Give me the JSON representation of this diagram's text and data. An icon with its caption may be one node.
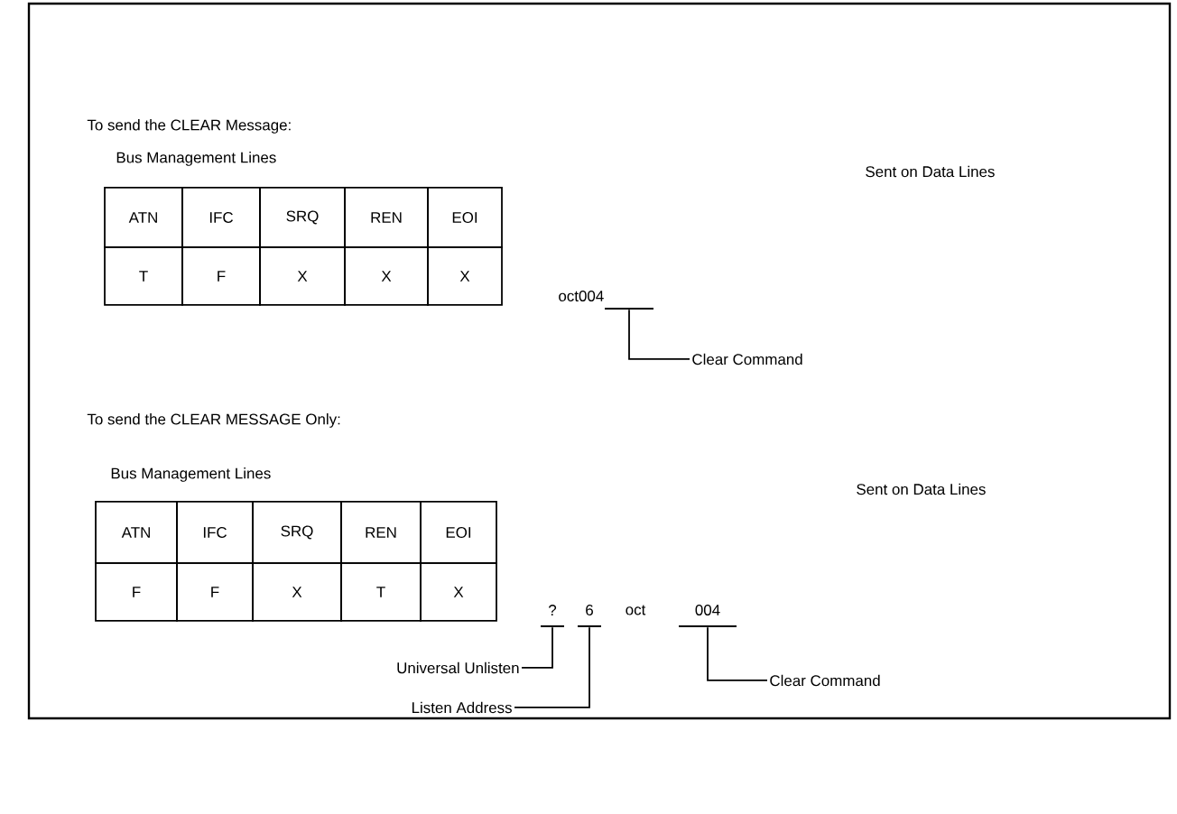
{
  "diagram": {
    "nodes": [
      {
        "text": [
          "Clear Command"
        ]
      },
      {
        "text": [],
        "shape": "bar"
      },
      {
        "text": [
          "Universal Unlisten"
        ]
      },
      {
        "text": [],
        "shape": "bar"
      },
      {
        "text": [
          "Listen Address"
        ]
      },
      {
        "text": [],
        "shape": "bar"
      },
      {
        "text": [
          "Clear Command"
        ]
      },
      {
        "text": [],
        "shape": "bar"
      }
    ],
    "edges": [
      {
        "from": 0,
        "to": 1,
        "arrow": "none"
      },
      {
        "from": 2,
        "to": 3,
        "arrow": "none"
      },
      {
        "from": 4,
        "to": 5,
        "arrow": "none"
      },
      {
        "from": 6,
        "to": 7,
        "arrow": "none"
      }
    ],
    "labels": [
      "To send the CLEAR Message:",
      "Bus Management Lines",
      "Sent on Data Lines",
      "ATN",
      "IFC",
      "SRQ",
      "REN",
      "EOI",
      "T",
      "F",
      "X",
      "X",
      "X",
      "oct004",
      "To send the CLEAR MESSAGE Only:",
      "Bus Management Lines",
      "Sent on Data Lines",
      "ATN",
      "IFC",
      "SRQ",
      "REN",
      "EOI",
      "F",
      "F",
      "X",
      "T",
      "X",
      "?",
      "6",
      "oct",
      "004"
    ]
  }
}
